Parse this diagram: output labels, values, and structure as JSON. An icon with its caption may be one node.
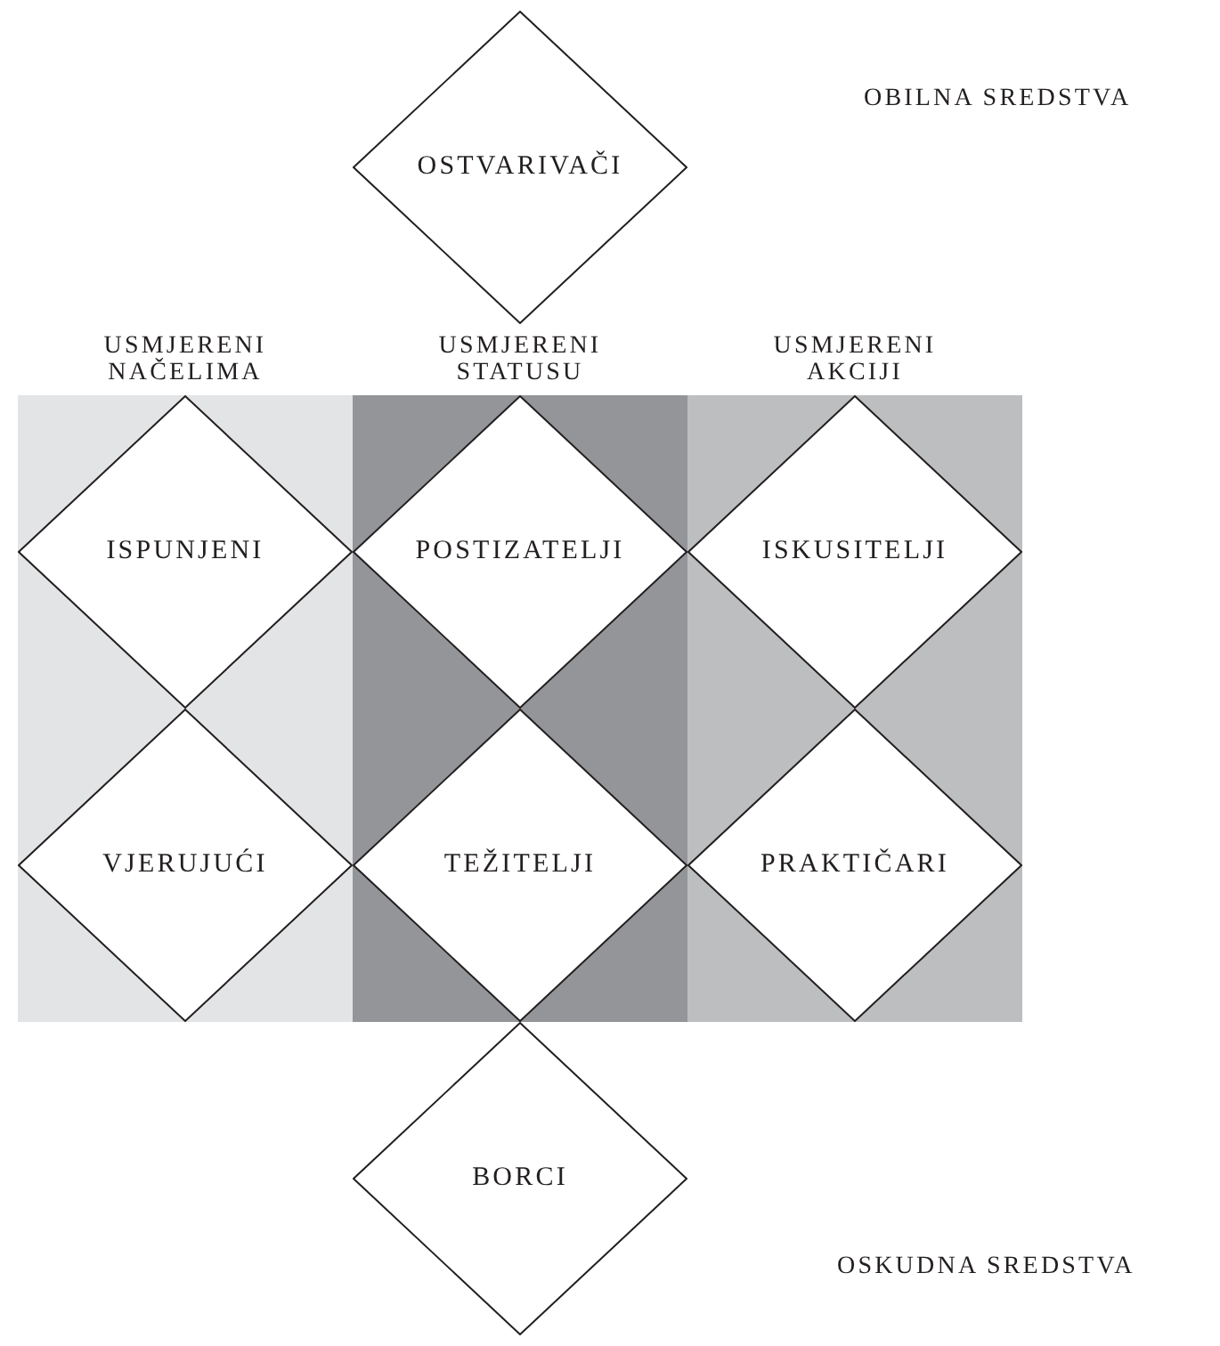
{
  "diagram": {
    "nodes": [
      {
        "text": [
          "OSTVARIVAČI"
        ]
      },
      {
        "text": [
          "USMJERENI NAČELIMA"
        ]
      },
      {
        "text": [
          "USMJERENI STATUSU"
        ]
      },
      {
        "text": [
          "USMJERENI AKCIJI"
        ]
      },
      {
        "text": [
          "ISPUNJENI"
        ],
        "in": 1
      },
      {
        "text": [
          "POSTIZATELJI"
        ],
        "in": 2
      },
      {
        "text": [
          "ISKUSITELJI"
        ],
        "in": 3
      },
      {
        "text": [
          "VJERUJUĆI"
        ],
        "in": 1
      },
      {
        "text": [
          "TEŽITELJI"
        ],
        "in": 2
      },
      {
        "text": [
          "PRAKTIČARI"
        ],
        "in": 3
      },
      {
        "text": [
          "BORCI"
        ]
      }
    ],
    "edges": [],
    "labels": [
      "OBILNA SREDSTVA",
      "OSKUDNA SREDSTVA"
    ]
  }
}
